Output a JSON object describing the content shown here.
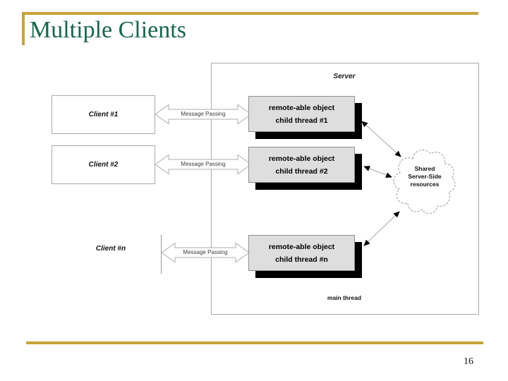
{
  "slide": {
    "title": "Multiple Clients",
    "page_number": "16"
  },
  "colors": {
    "accent_gold": "#C7A33C",
    "title_green": "#1A664A",
    "remote_box_fill": "#DEDEDE",
    "remote_box_shadow": "#000000",
    "border_gray": "#ABABAB"
  },
  "diagram": {
    "server_label": "Server",
    "main_thread_label": "main thread",
    "message_passing_label": "Message Passing",
    "clients": [
      {
        "label": "Client #1"
      },
      {
        "label": "Client #2"
      },
      {
        "label": "Client #n"
      }
    ],
    "remote_objects": [
      {
        "line1": "remote-able object",
        "line2": "child thread #1"
      },
      {
        "line1": "remote-able object",
        "line2": "child thread #2"
      },
      {
        "line1": "remote-able object",
        "line2": "child thread #n"
      }
    ],
    "cloud": {
      "line1": "Shared",
      "line2": "Server-Side",
      "line3": "resources"
    }
  }
}
